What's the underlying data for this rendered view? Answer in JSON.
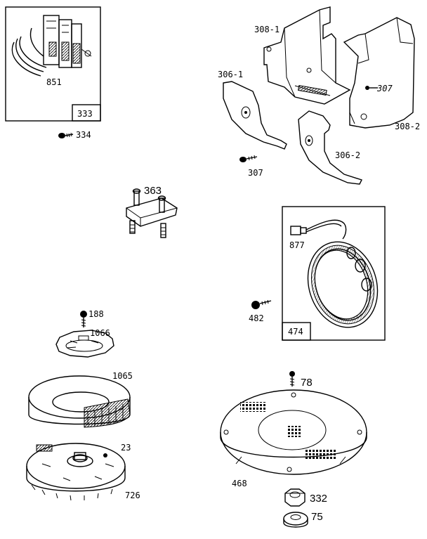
{
  "labels": {
    "p851": "851",
    "p333": "333",
    "p334": "334",
    "p308_1": "308-1",
    "p308_2": "308-2",
    "p306_1": "306-1",
    "p306_2": "306-2",
    "p307a": "307",
    "p307b": "307",
    "p363": "363",
    "p877": "877",
    "p482": "482",
    "p474": "474",
    "p188": "188",
    "p1066": "1066",
    "p1065": "1065",
    "p23": "23",
    "p726": "726",
    "p78": "78",
    "p468": "468",
    "p332": "332",
    "p75": "75"
  }
}
